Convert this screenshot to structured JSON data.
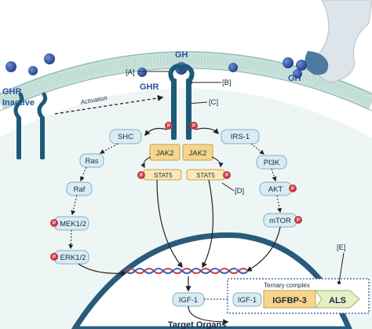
{
  "ghr_inactive": {
    "line1": "GHR",
    "line2": "Inactive"
  },
  "activation": "Activation",
  "gh_top": "GH",
  "gh_right": "GH",
  "ghr_label": "GHR",
  "tags": {
    "a": "[A]",
    "b": "[B]",
    "c": "[C]",
    "d": "[D]",
    "e": "[E]"
  },
  "phospho": "P",
  "left_path": {
    "shc": "SHC",
    "ras": "Ras",
    "raf": "Raf",
    "mek": "MEK1/2",
    "erk": "ERK1/2"
  },
  "center_path": {
    "jak2_left": "JAK2",
    "jak2_right": "JAK2",
    "stat5_left": "STAT5",
    "stat5_right": "STAT5"
  },
  "right_path": {
    "irs": "IRS-1",
    "pi3k": "PI3K",
    "akt": "AKT",
    "mtor": "mTOR"
  },
  "nucleus": {
    "igf1": "IGF-1"
  },
  "ternary": {
    "title": "Ternary complex",
    "igf1": "IGF-1",
    "igfbp3": "IGFBP-3",
    "als": "ALS"
  },
  "target": "Target Organs",
  "colors": {
    "receptor": "#1d5a78",
    "dot": "#2a4fa0",
    "node_fill": "#d8ecf4",
    "jak": "#f6d58c",
    "stat": "#fbe9b9",
    "phospho": "#c63a43",
    "membrane": "#c9e4de"
  }
}
